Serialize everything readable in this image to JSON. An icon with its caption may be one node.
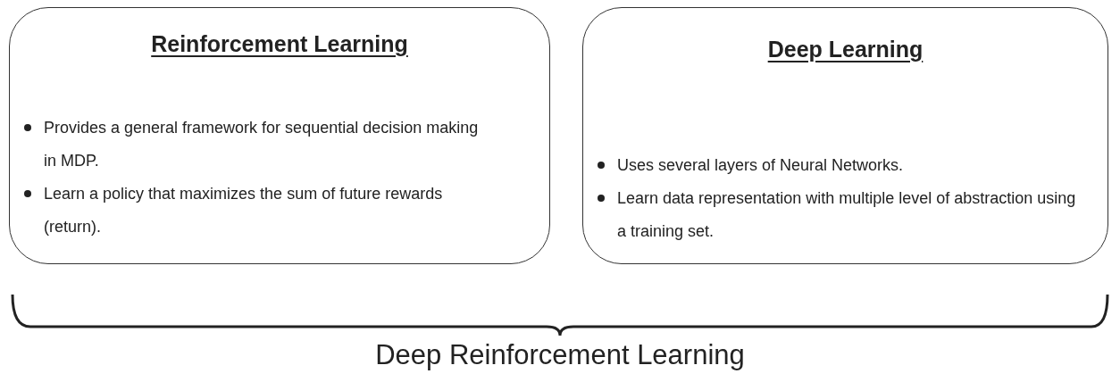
{
  "diagram": {
    "nodes": [
      {
        "text": [
          "Reinforcement Learning",
          "Provides a general framework for sequential decision making in MDP.",
          "Learn a policy that maximizes the sum of future rewards (return)."
        ]
      },
      {
        "text": [
          "Deep Learning",
          "Uses several layers of Neural Networks.",
          "Learn data representation with multiple level of abstraction using a training set."
        ]
      }
    ],
    "edges": [],
    "labels": [
      "Deep Reinforcement Learning"
    ]
  }
}
